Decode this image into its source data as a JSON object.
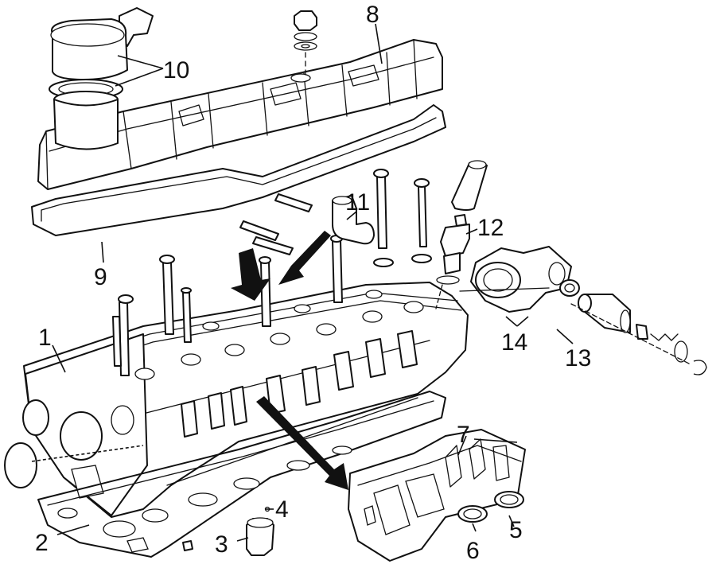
{
  "callouts": {
    "c1": "1",
    "c2": "2",
    "c3": "3",
    "c4": "4",
    "c5": "5",
    "c6": "6",
    "c7": "7",
    "c8": "8",
    "c9": "9",
    "c10": "10",
    "c11": "11",
    "c12": "12",
    "c13": "13",
    "c14": "14"
  },
  "ink_color": "#111111",
  "paper_color": "#ffffff"
}
